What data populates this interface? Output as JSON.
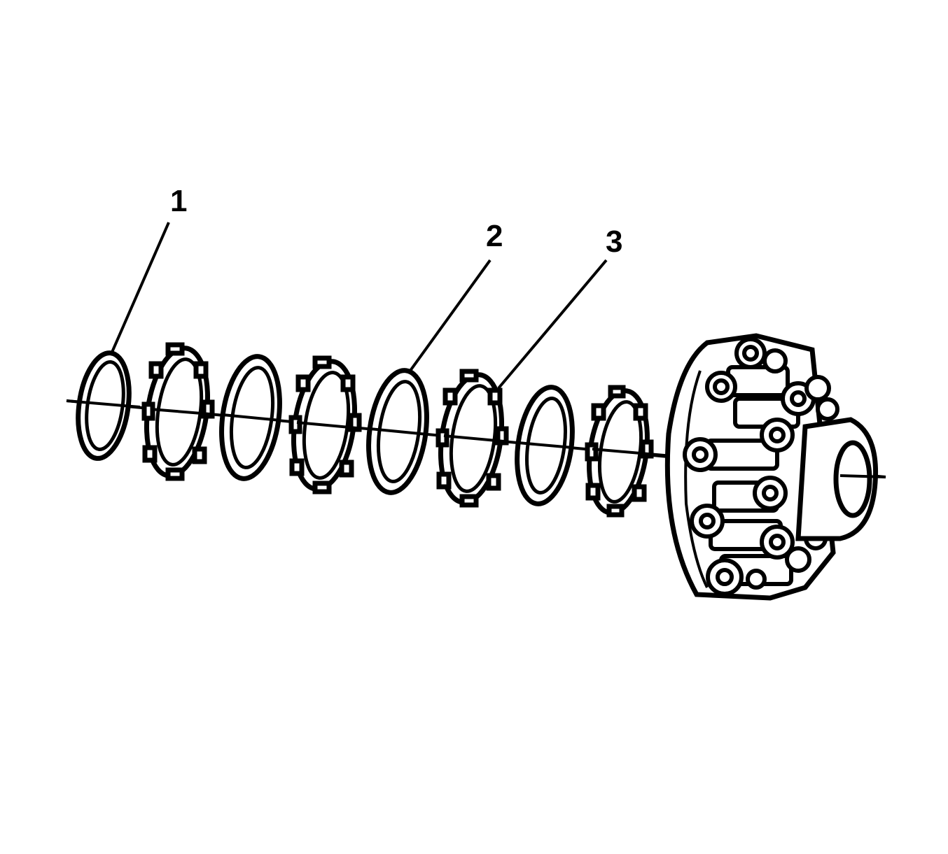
{
  "diagram": {
    "callouts": [
      {
        "id": "1",
        "label": "1"
      },
      {
        "id": "2",
        "label": "2"
      },
      {
        "id": "3",
        "label": "3"
      }
    ],
    "parts": {
      "steel_plates": 4,
      "friction_plates": 4,
      "hub": 1
    },
    "colors": {
      "line": "#000000",
      "background": "#ffffff"
    }
  }
}
